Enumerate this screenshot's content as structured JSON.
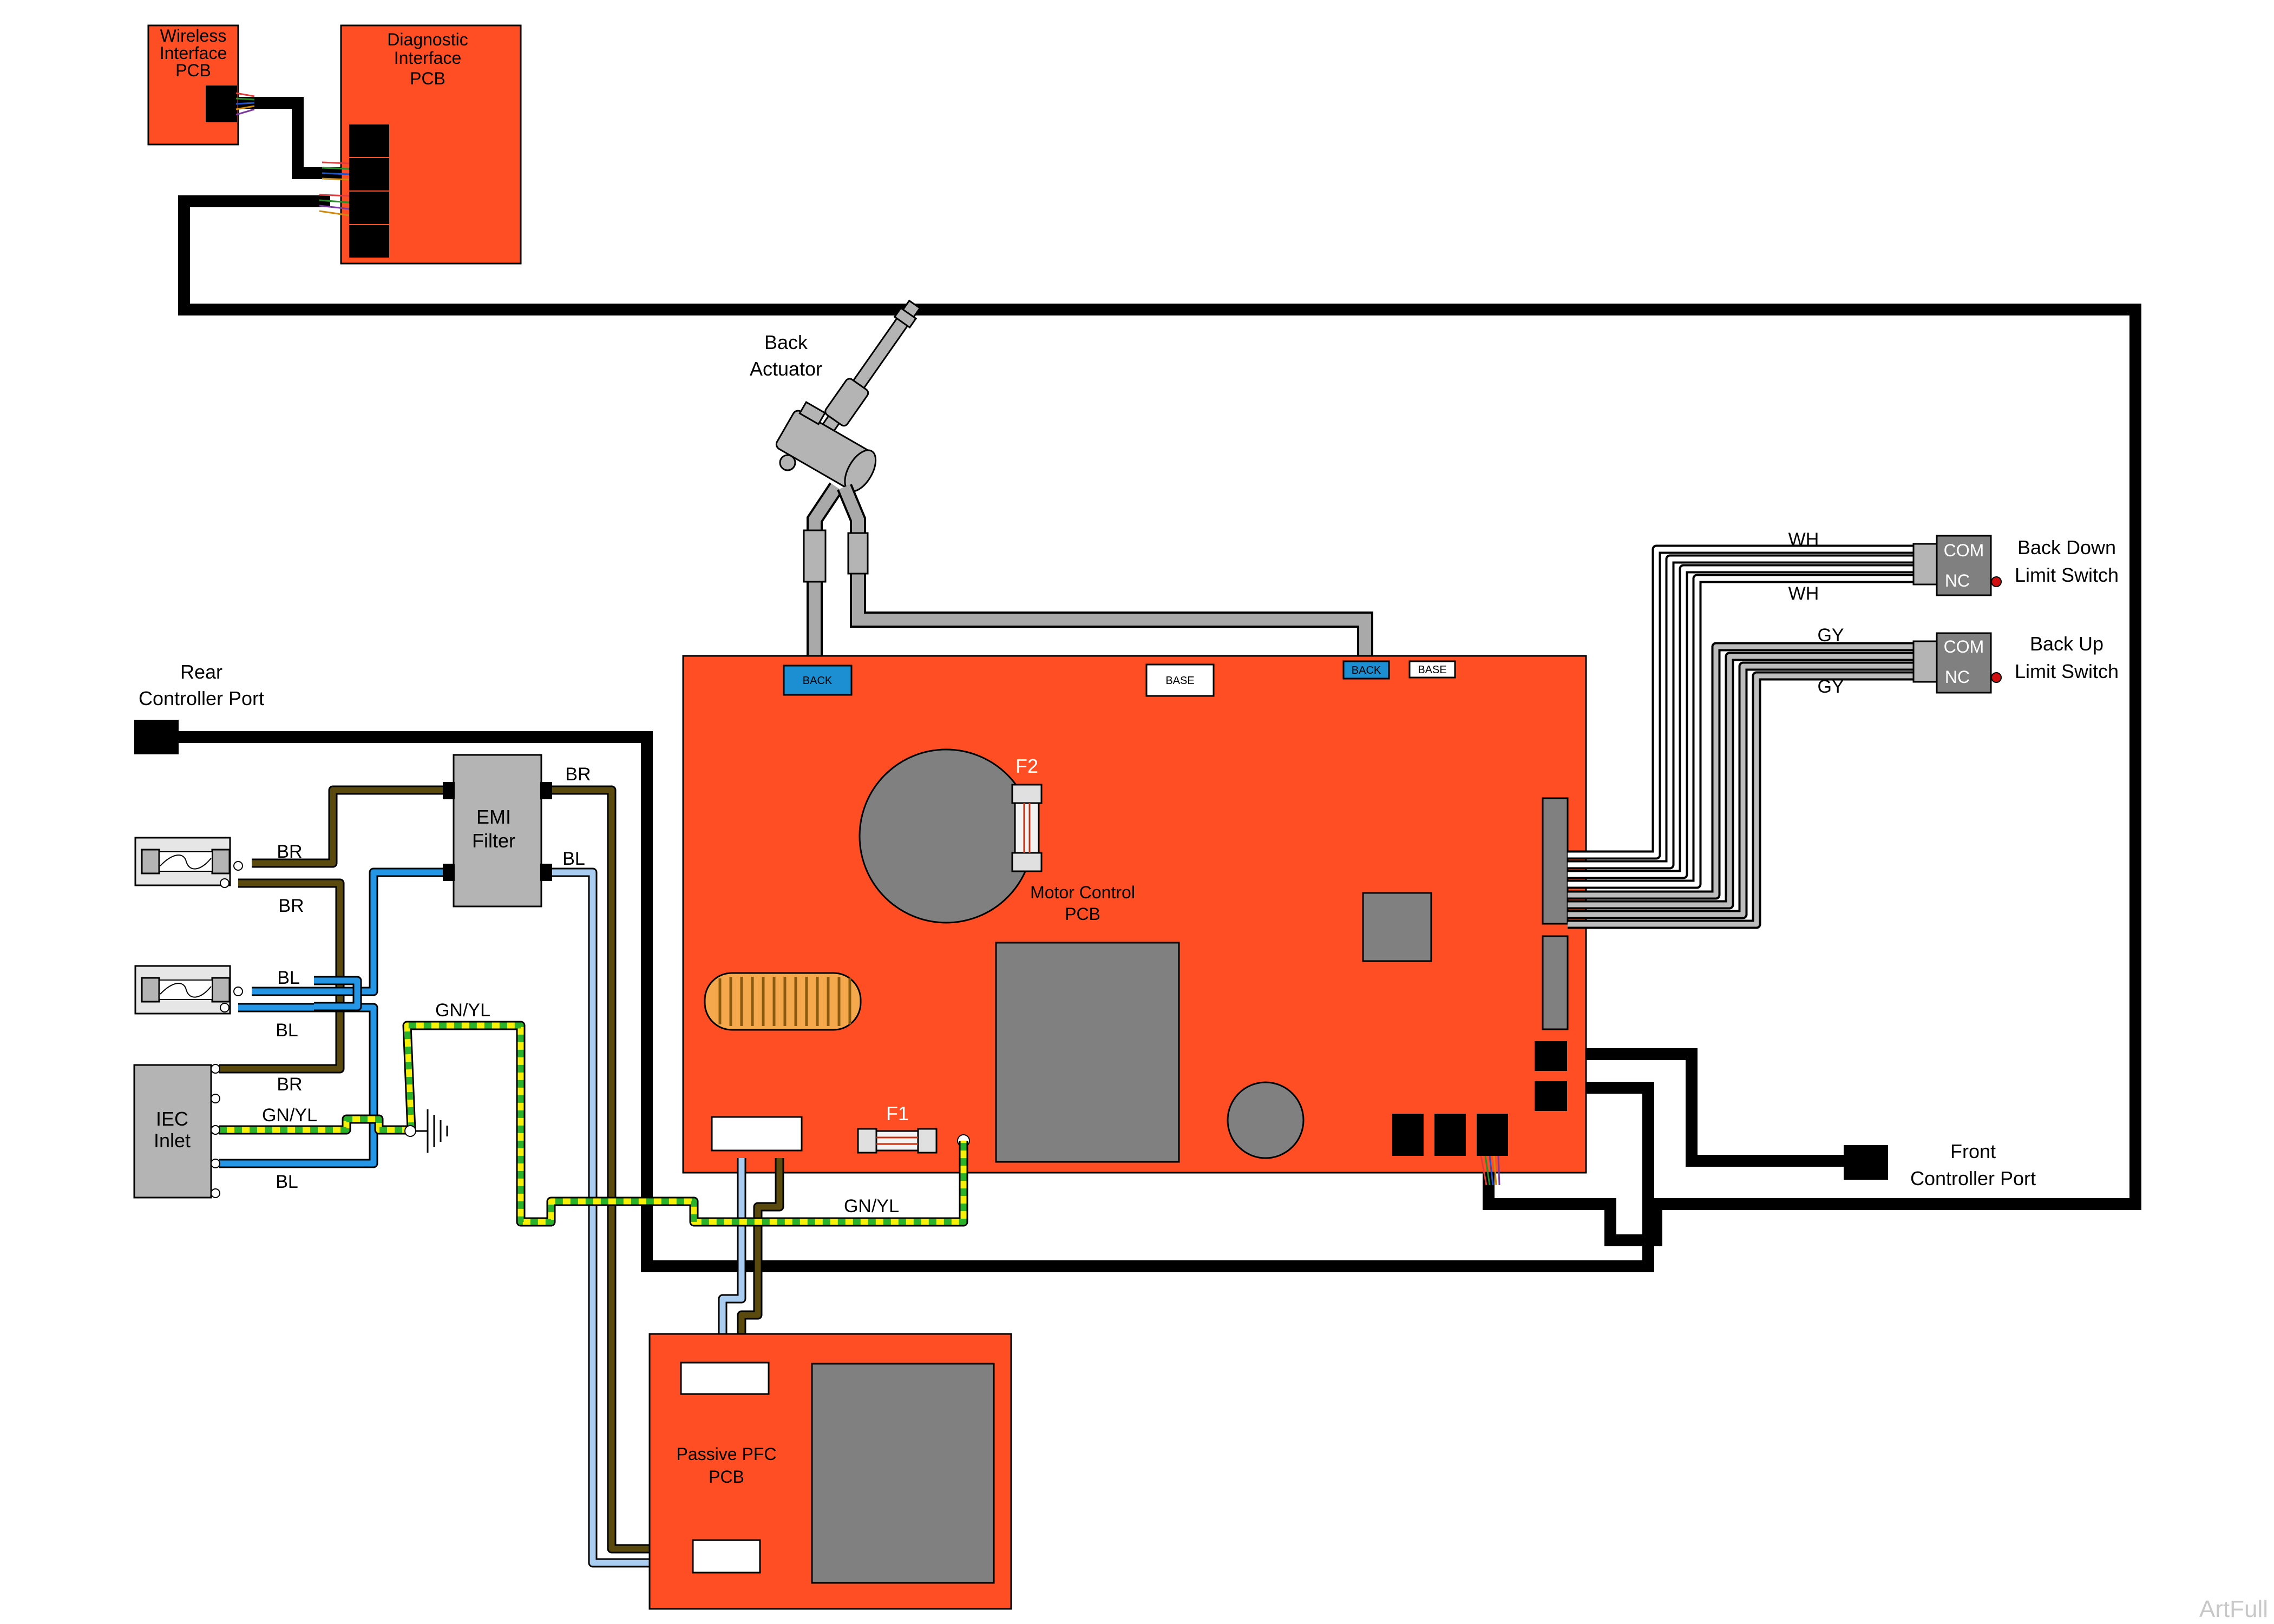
{
  "components": {
    "wireless_pcb": [
      "Wireless",
      "Interface",
      "PCB"
    ],
    "diagnostic_pcb": [
      "Diagnostic",
      "Interface",
      "PCB"
    ],
    "back_actuator": [
      "Back",
      "Actuator"
    ],
    "rear_controller_port": [
      "Rear",
      "Controller Port"
    ],
    "front_controller_port": [
      "Front",
      "Controller Port"
    ],
    "emi_filter": [
      "EMI",
      "Filter"
    ],
    "iec_inlet": [
      "IEC",
      "Inlet"
    ],
    "motor_control_pcb": [
      "Motor Control",
      "PCB"
    ],
    "passive_pfc_pcb": [
      "Passive PFC",
      "PCB"
    ],
    "back_down_limit_switch": [
      "Back Down",
      "Limit Switch"
    ],
    "back_up_limit_switch": [
      "Back Up",
      "Limit Switch"
    ],
    "fuse_f1": "F1",
    "fuse_f2": "F2"
  },
  "connectors": {
    "back_left": "BACK",
    "base_left": "BASE",
    "back_right": "BACK",
    "base_right": "BASE",
    "switch_com": "COM",
    "switch_nc": "NC"
  },
  "wire_labels": {
    "br_fuse1": "BR",
    "br_fuse1_lower": "BR",
    "bl_fuse2": "BL",
    "bl_fuse2_lower": "BL",
    "br_iec": "BR",
    "gnyl_iec": "GN/YL",
    "bl_iec": "BL",
    "br_emi_out": "BR",
    "bl_emi_out": "BL",
    "gnyl_ground": "GN/YL",
    "gnyl_board": "GN/YL",
    "wh_top": "WH",
    "wh_bottom": "WH",
    "gy_top": "GY",
    "gy_bottom": "GY"
  },
  "watermark": "ArtFull",
  "colors": {
    "pcb": "#ff4e24",
    "brown_wire": "#5a4a0e",
    "blue_wire": "#2596e6",
    "light_blue_wire": "#a8cdf0",
    "ground_yellow": "#f7f009",
    "ground_green": "#2ab22a",
    "connector_blue": "#1b8fd1"
  }
}
